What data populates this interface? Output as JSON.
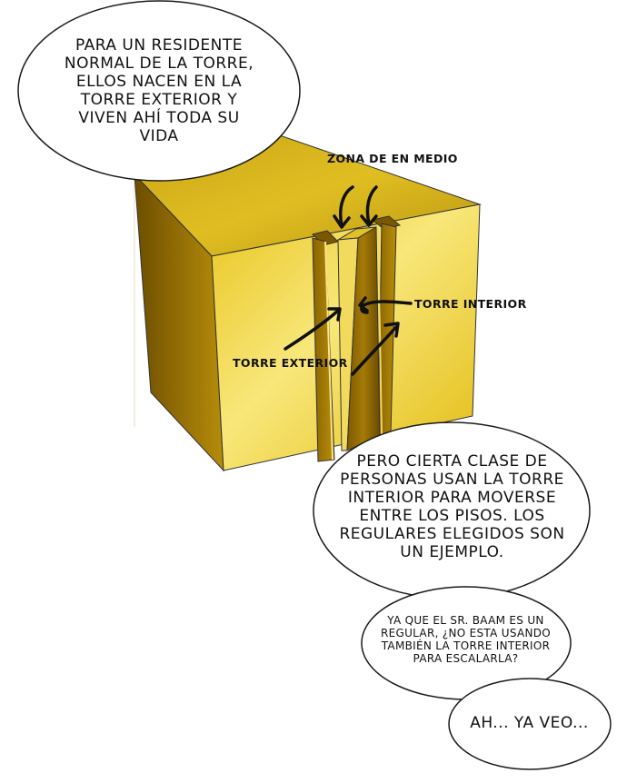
{
  "bubbles": {
    "residente": "PARA UN RESIDENTE\nNORMAL DE LA TORRE,\nELLOS NACEN EN LA\nTORRE EXTERIOR Y\nVIVEN AHÍ TODA SU\nVIDA",
    "pero": "PERO CIERTA CLASE DE\nPERSONAS USAN LA TORRE\nINTERIOR PARA MOVERSE\nENTRE LOS PISOS. LOS\nREGULARES ELEGIDOS SON\nUN EJEMPLO.",
    "baam": "YA QUE EL SR. BAAM ES UN\nREGULAR, ¿NO ESTA USANDO\nTAMBIÉN LA TORRE INTERIOR\nPARA ESCALARLA?",
    "veo": "AH... YA VEO..."
  },
  "labels": {
    "zona": "ZONA DE EN\nMEDIO",
    "interior": "TORRE INTERIOR",
    "exterior": "TORRE EXTERIOR"
  },
  "colors": {
    "gold_light": "#f7e46a",
    "gold_mid": "#e6c21a",
    "gold_dark": "#a77c05",
    "outline": "#222222"
  }
}
